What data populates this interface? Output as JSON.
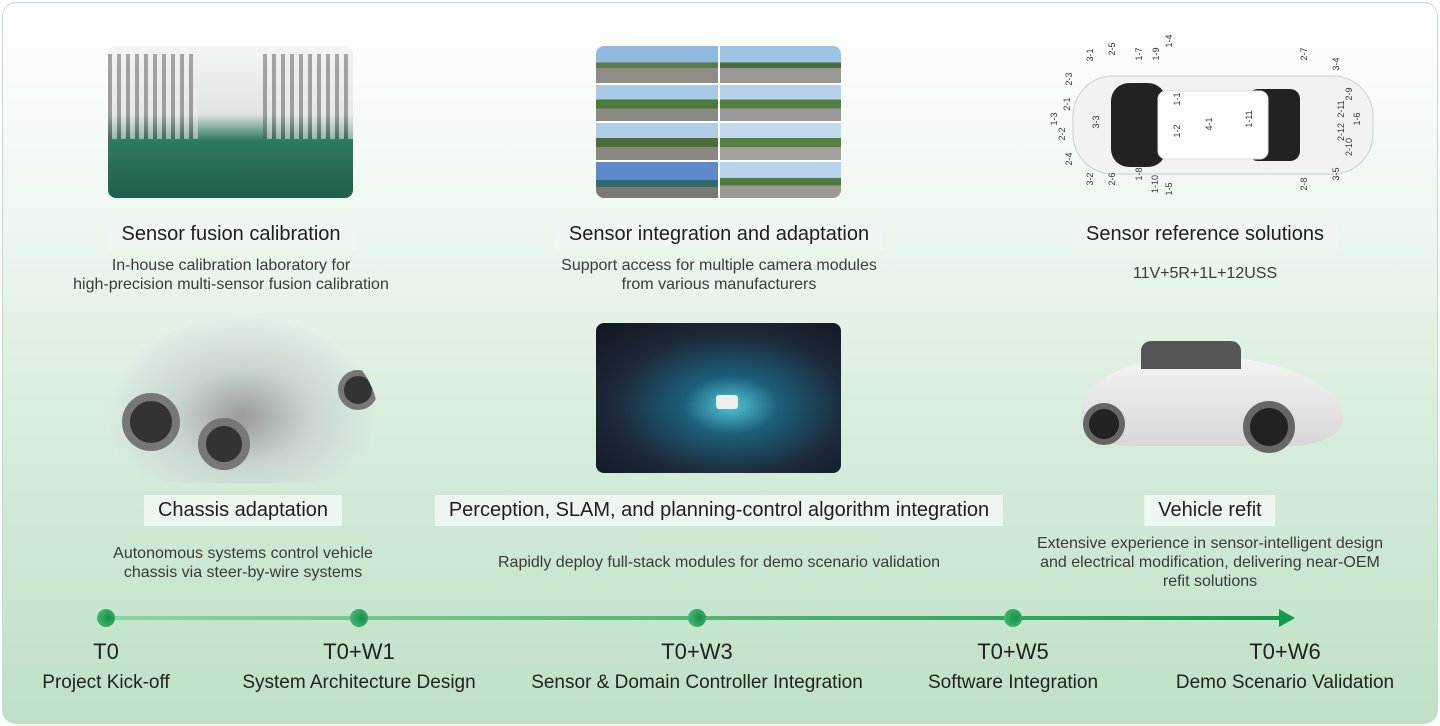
{
  "colors": {
    "accent": "#1a9b52",
    "timeline_start": "#8fd3a6",
    "timeline_end": "#139a4a"
  },
  "features": [
    {
      "title": "Sensor fusion calibration",
      "desc": [
        "In-house calibration laboratory for",
        "high-precision multi-sensor fusion calibration"
      ],
      "image": "calibration-lab-photo"
    },
    {
      "title": "Sensor integration and adaptation",
      "desc": [
        "Support access for multiple camera modules",
        "from various manufacturers"
      ],
      "image": "multi-camera-views-photo"
    },
    {
      "title": "Sensor reference solutions",
      "desc": [
        "11V+5R+1L+12USS"
      ],
      "image": "sensor-layout-diagram"
    },
    {
      "title": "Chassis adaptation",
      "desc": [
        "Autonomous systems control vehicle",
        "chassis via steer-by-wire systems"
      ],
      "image": "chassis-xray-render"
    },
    {
      "title": "Perception, SLAM, and planning-control algorithm integration",
      "desc": [
        "Rapidly deploy full-stack modules for demo scenario validation"
      ],
      "image": "perception-visualization"
    },
    {
      "title": "Vehicle refit",
      "desc": [
        "Extensive experience in sensor-intelligent design",
        "and electrical modification, delivering near-OEM",
        "refit solutions"
      ],
      "image": "refit-vehicle-photo"
    }
  ],
  "sensor_labels": [
    "3-1",
    "2-5",
    "1-7",
    "1-9",
    "1-4",
    "2-7",
    "3-4",
    "2-3",
    "2-1",
    "1-3",
    "3-3",
    "2-2",
    "2-4",
    "3-2",
    "2-6",
    "1-8",
    "1-10",
    "1-5",
    "2-8",
    "3-5",
    "1-1",
    "1-2",
    "4-1",
    "1-11",
    "2-9",
    "2-11",
    "2-12",
    "1-6",
    "2-10"
  ],
  "timeline": [
    {
      "label": "T0",
      "desc": "Project Kick-off"
    },
    {
      "label": "T0+W1",
      "desc": "System Architecture Design"
    },
    {
      "label": "T0+W3",
      "desc": "Sensor & Domain Controller Integration"
    },
    {
      "label": "T0+W5",
      "desc": "Software Integration"
    },
    {
      "label": "T0+W6",
      "desc": "Demo Scenario Validation"
    }
  ]
}
